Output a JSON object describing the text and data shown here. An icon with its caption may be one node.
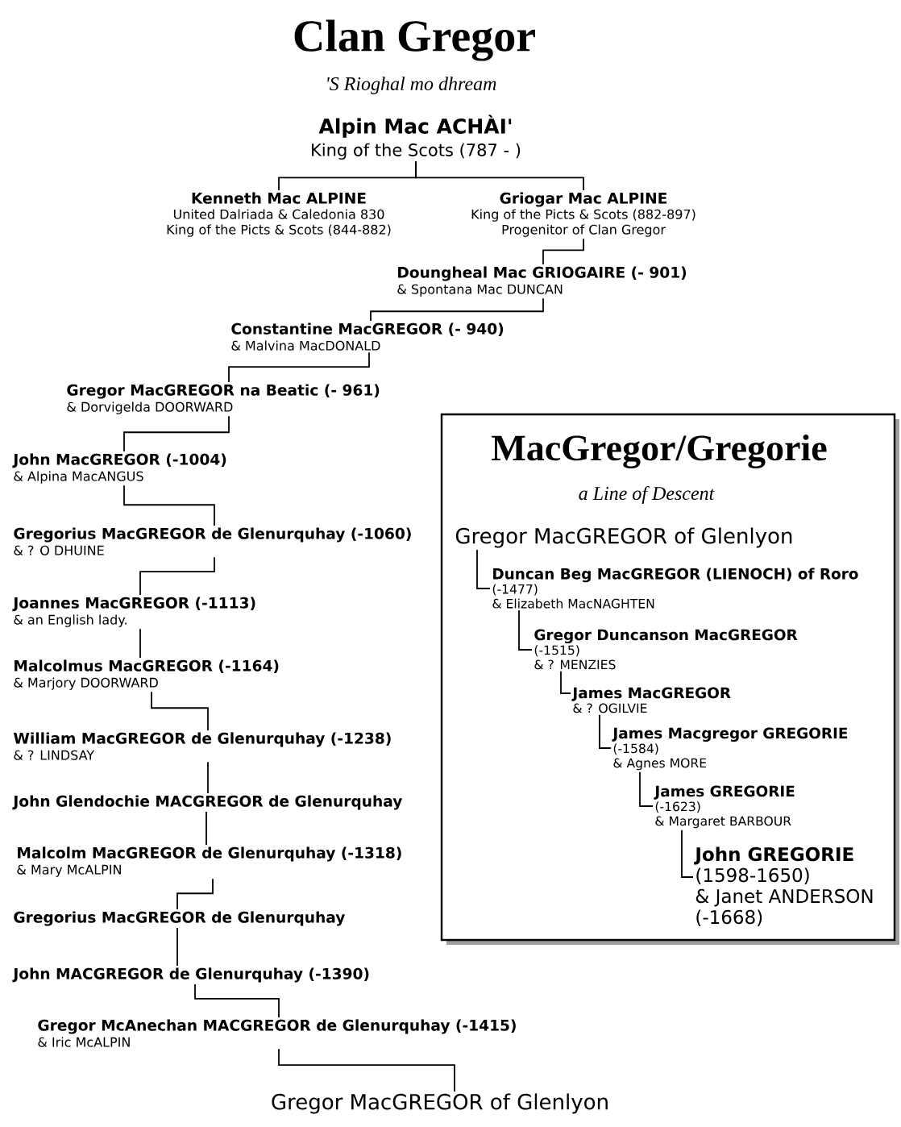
{
  "diagram": {
    "title": "Clan Gregor",
    "nodes": [
      {
        "text": [
          "Alpin Mac ACHÀI'",
          "King of the Scots (787 - )"
        ]
      },
      {
        "text": [
          "Kenneth Mac ALPINE",
          "United Dalriada & Caledonia 830",
          "King of the Picts & Scots (844-882)"
        ]
      },
      {
        "text": [
          "Griogar Mac ALPINE",
          "King of the Picts & Scots (882-897)",
          "Progenitor of Clan Gregor"
        ]
      },
      {
        "text": [
          "Doungheal Mac GRIOGAIRE (- 901)",
          "& Spontana Mac DUNCAN"
        ]
      },
      {
        "text": [
          "Constantine MacGREGOR (- 940)",
          "& Malvina MacDONALD"
        ]
      },
      {
        "text": [
          "Gregor MacGREGOR na Beatic (- 961)",
          "& Dorvigelda DOORWARD"
        ]
      },
      {
        "text": [
          "John MacGREGOR (-1004)",
          "& Alpina MacANGUS"
        ]
      },
      {
        "text": [
          "Gregorius MacGREGOR de Glenurquhay (-1060)",
          "& ? O DHUINE"
        ]
      },
      {
        "text": [
          "Joannes MacGREGOR (-1113)",
          "& an English lady."
        ]
      },
      {
        "text": [
          "Malcolmus MacGREGOR (-1164)",
          "& Marjory DOORWARD"
        ]
      },
      {
        "text": [
          "William MacGREGOR de Glenurquhay (-1238)",
          "& ? LINDSAY"
        ]
      },
      {
        "text": [
          "John Glendochie MACGREGOR de Glenurquhay"
        ]
      },
      {
        "text": [
          "Malcolm MacGREGOR de Glenurquhay (-1318)",
          "& Mary McALPIN"
        ]
      },
      {
        "text": [
          "Gregorius MacGREGOR de Glenurquhay"
        ]
      },
      {
        "text": [
          "John MACGREGOR de Glenurquhay (-1390)"
        ]
      },
      {
        "text": [
          "Gregor McAnechan MACGREGOR de Glenurquhay (-1415)",
          "& Iric McALPIN"
        ]
      },
      {
        "text": [
          "Gregor MacGREGOR of Glenlyon"
        ]
      },
      {
        "text": [
          "MacGregor/Gregorie",
          "a Line of Descent"
        ]
      },
      {
        "text": [
          "Gregor MacGREGOR of Glenlyon"
        ],
        "in": 17
      },
      {
        "text": [
          "Duncan Beg MacGREGOR (LIENOCH) of Roro",
          "(-1477)",
          "& Elizabeth MacNAGHTEN"
        ],
        "in": 17
      },
      {
        "text": [
          "Gregor Duncanson MacGREGOR",
          "(-1515)",
          "& ? MENZIES"
        ],
        "in": 17
      },
      {
        "text": [
          "James MacGREGOR",
          "& ? OGILVIE"
        ],
        "in": 17
      },
      {
        "text": [
          "James Macgregor GREGORIE",
          "(-1584)",
          "& Agnes MORE"
        ],
        "in": 17
      },
      {
        "text": [
          "James GREGORIE",
          "(-1623)",
          "& Margaret BARBOUR"
        ],
        "in": 17
      },
      {
        "text": [
          "John GREGORIE",
          "(1598-1650)",
          "& Janet ANDERSON",
          "(-1668)"
        ],
        "in": 17
      }
    ],
    "edges": [
      {
        "from": 0,
        "to": 1,
        "arrow": "none"
      },
      {
        "from": 0,
        "to": 2,
        "arrow": "none"
      },
      {
        "from": 2,
        "to": 3,
        "arrow": "none"
      },
      {
        "from": 3,
        "to": 4,
        "arrow": "none"
      },
      {
        "from": 4,
        "to": 5,
        "arrow": "none"
      },
      {
        "from": 5,
        "to": 6,
        "arrow": "none"
      },
      {
        "from": 6,
        "to": 7,
        "arrow": "none"
      },
      {
        "from": 7,
        "to": 8,
        "arrow": "none"
      },
      {
        "from": 8,
        "to": 9,
        "arrow": "none"
      },
      {
        "from": 9,
        "to": 10,
        "arrow": "none"
      },
      {
        "from": 10,
        "to": 11,
        "arrow": "none"
      },
      {
        "from": 11,
        "to": 12,
        "arrow": "none"
      },
      {
        "from": 12,
        "to": 13,
        "arrow": "none"
      },
      {
        "from": 13,
        "to": 14,
        "arrow": "none"
      },
      {
        "from": 14,
        "to": 15,
        "arrow": "none"
      },
      {
        "from": 15,
        "to": 16,
        "arrow": "none"
      },
      {
        "from": 18,
        "to": 19,
        "arrow": "none"
      },
      {
        "from": 19,
        "to": 20,
        "arrow": "none"
      },
      {
        "from": 20,
        "to": 21,
        "arrow": "none"
      },
      {
        "from": 21,
        "to": 22,
        "arrow": "none"
      },
      {
        "from": 22,
        "to": 23,
        "arrow": "none"
      },
      {
        "from": 23,
        "to": 24,
        "arrow": "none"
      }
    ],
    "labels": [
      "'S Rioghal mo dhream"
    ]
  }
}
